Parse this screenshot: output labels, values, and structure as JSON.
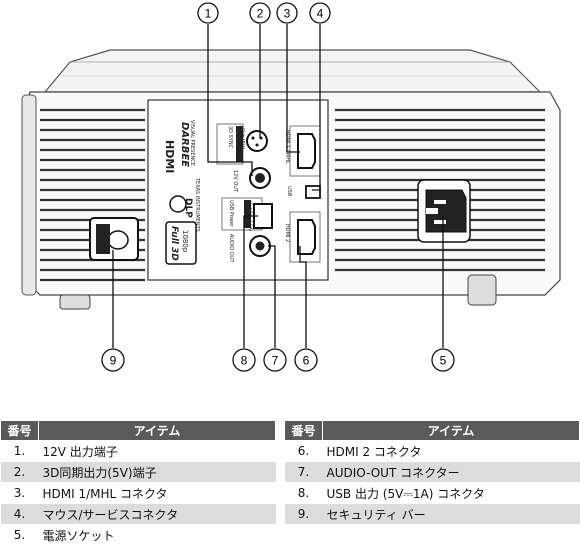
{
  "panel_labels": {
    "hdmi_logo": "HDMI",
    "darbee_logo": "DARBEE",
    "darbee_sub": "VISUAL PRESENCE",
    "dlp_logo": "DLP",
    "dlp_sub": "TEXAS INSTRUMENTS",
    "full3d_logo": "Full 3D",
    "full3d_sub": "1080p",
    "port_3dsync": "3D SYNC",
    "port_3dsync_out": "Out (5V)",
    "port_12vout": "12V OUT",
    "port_hdmi1": "HDMI 1 / MHL",
    "port_usb": "USB",
    "port_usbpower": "USB Power",
    "port_usbpower_out": "(Out 5V---1.5A)",
    "port_audioout": "AUDIO OUT",
    "port_hdmi2": "HDMI 2"
  },
  "callouts": [
    "1",
    "2",
    "3",
    "4",
    "5",
    "6",
    "7",
    "8",
    "9"
  ],
  "table": {
    "header_num": "番号",
    "header_item": "アイテム",
    "left_rows": [
      {
        "num": "1.",
        "item": "12V 出力端子"
      },
      {
        "num": "2.",
        "item": "3D同期出力(5V)端子"
      },
      {
        "num": "3.",
        "item": "HDMI 1/MHL コネクタ"
      },
      {
        "num": "4.",
        "item": "マウス/サービスコネクタ"
      },
      {
        "num": "5.",
        "item": "電源ソケット"
      }
    ],
    "right_rows": [
      {
        "num": "6.",
        "item": "HDMI 2 コネクタ"
      },
      {
        "num": "7.",
        "item": "AUDIO-OUT コネクター"
      },
      {
        "num": "8.",
        "item": "USB 出力 (5V⎓1A) コネクタ"
      },
      {
        "num": "9.",
        "item": "セキュリティ バー"
      },
      {
        "num": "",
        "item": ""
      }
    ]
  }
}
